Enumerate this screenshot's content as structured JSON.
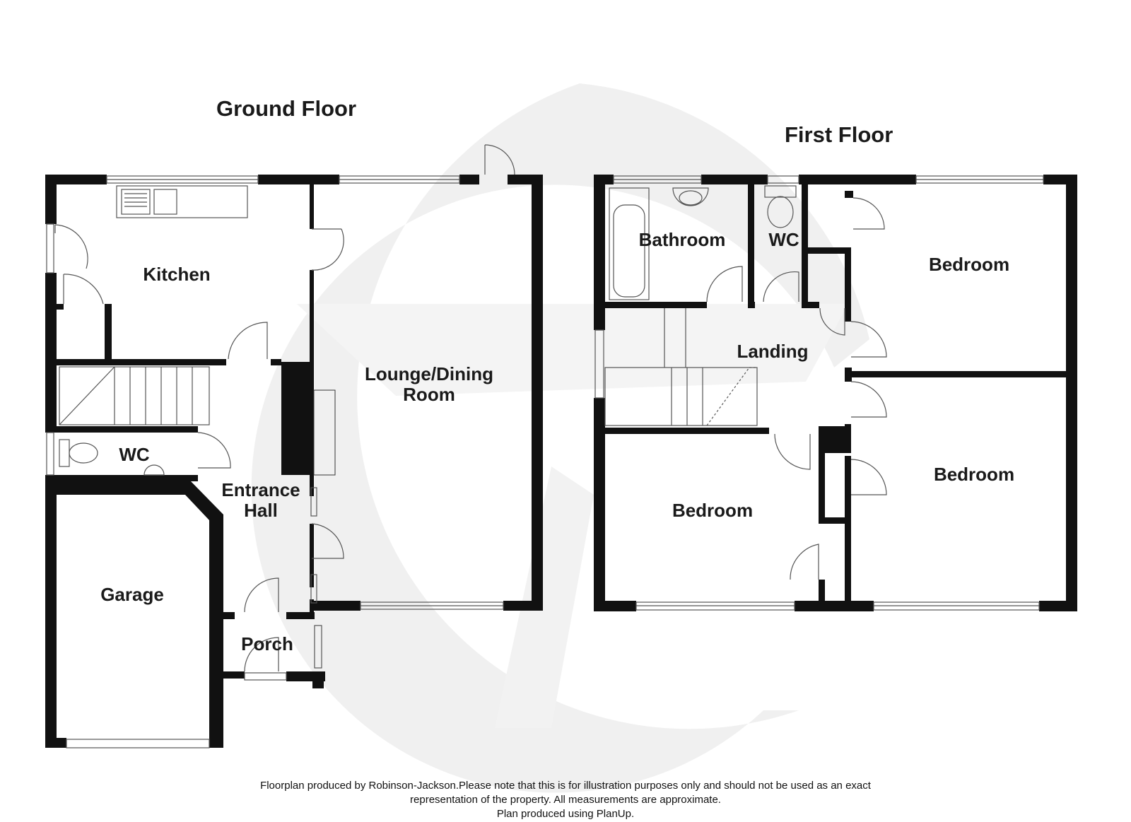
{
  "floors": [
    {
      "title": "Ground Floor"
    },
    {
      "title": "First Floor"
    }
  ],
  "rooms": {
    "kitchen": "Kitchen",
    "lounge_line1": "Lounge/Dining",
    "lounge_line2": "Room",
    "wc_ground": "WC",
    "entrance_line1": "Entrance",
    "entrance_line2": "Hall",
    "garage": "Garage",
    "porch": "Porch",
    "bathroom": "Bathroom",
    "wc_first": "WC",
    "landing": "Landing",
    "bedroom_top_right": "Bedroom",
    "bedroom_bottom_right": "Bedroom",
    "bedroom_bottom_left": "Bedroom"
  },
  "footer": {
    "line1": "Floorplan produced by Robinson-Jackson.Please note that this is for illustration purposes only and should not be used as an exact",
    "line2": "representation of the property. All measurements are approximate.",
    "line3": "Plan produced using PlanUp."
  },
  "colors": {
    "wall": "#111111",
    "watermark": "#f1f1f1",
    "fixture": "#555555"
  },
  "icons": [
    "watermark-logo",
    "sink-icon",
    "toilet-icon",
    "bath-icon",
    "basin-icon",
    "stairs-icon",
    "door-swing-icon"
  ]
}
